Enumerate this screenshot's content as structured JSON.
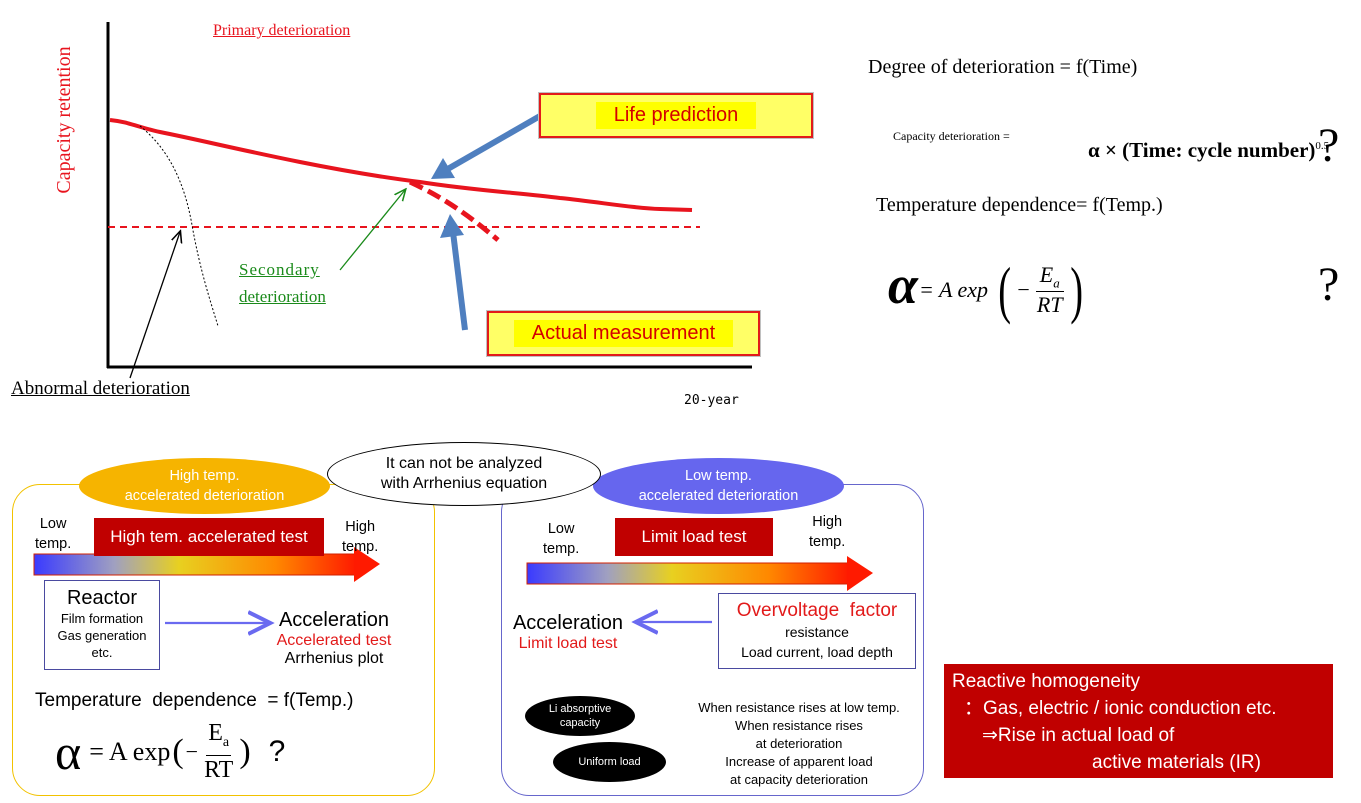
{
  "chart": {
    "ylabel": "Capacity retention",
    "primary_label": "Primary deterioration",
    "secondary_label_1": "Secondary",
    "secondary_label_2": "deterioration",
    "abnormal_label": "Abnormal deterioration",
    "x_end_label": "20-year",
    "life_prediction": "Life prediction",
    "actual_measurement": "Actual measurement"
  },
  "equations": {
    "degree": "Degree of deterioration = f(Time)",
    "capacity_lhs": "Capacity deterioration =",
    "capacity_rhs": "α × (Time: cycle number)",
    "capacity_exp": "0.5",
    "question1": "?",
    "temp_dependence": "Temperature dependence= f(Temp.)",
    "alpha": "α",
    "arrhenius_rhs": "= A exp",
    "question2": "?"
  },
  "center_note": {
    "line1": "It can not be analyzed",
    "line2": "with Arrhenius equation"
  },
  "left_panel": {
    "header_line1": "High temp.",
    "header_line2": "accelerated deterioration",
    "low1": "Low",
    "low2": "temp.",
    "high1": "High",
    "high2": "temp.",
    "test_label": "High tem. accelerated test",
    "reactor_title": "Reactor",
    "reactor_items": [
      "Film formation",
      "Gas generation",
      "etc."
    ],
    "accel_title": "Acceleration",
    "accel_sub": "Accelerated test",
    "accel_sub2": "Arrhenius plot",
    "temp_dep": "Temperature  dependence  = f(Temp.)",
    "alpha": "α",
    "formula_a": "= A exp",
    "ea": "E",
    "ea_sub": "a",
    "rt": "RT",
    "question": "?"
  },
  "right_panel": {
    "header_line1": "Low temp.",
    "header_line2": "accelerated deterioration",
    "low1": "Low",
    "low2": "temp.",
    "high1": "High",
    "high2": "temp.",
    "test_label": "Limit load test",
    "accel_title": "Acceleration",
    "accel_sub": "Limit load test",
    "over_title": "Overvoltage  factor",
    "over_items": [
      "resistance",
      "Load current, load depth"
    ],
    "oval1": "Li absorptive capacity",
    "oval2": "Uniform load",
    "notes": [
      "When resistance rises at low temp.",
      "When resistance rises",
      "at deterioration",
      "Increase of apparent load",
      "at capacity deterioration"
    ]
  },
  "reactive_box": {
    "line1": "Reactive homogeneity",
    "line2": "：Gas, electric / ionic conduction etc.",
    "line3": "⇒Rise in actual load of",
    "line4": "active materials (IR)"
  },
  "colors": {
    "curve_red": "#e8141e",
    "arrow_blue": "#4f7fbf",
    "dark_red": "#c00000",
    "panel_left_border": "#f2c200",
    "panel_right_border": "#6666cc",
    "secondary_green": "#1a8a1a"
  }
}
